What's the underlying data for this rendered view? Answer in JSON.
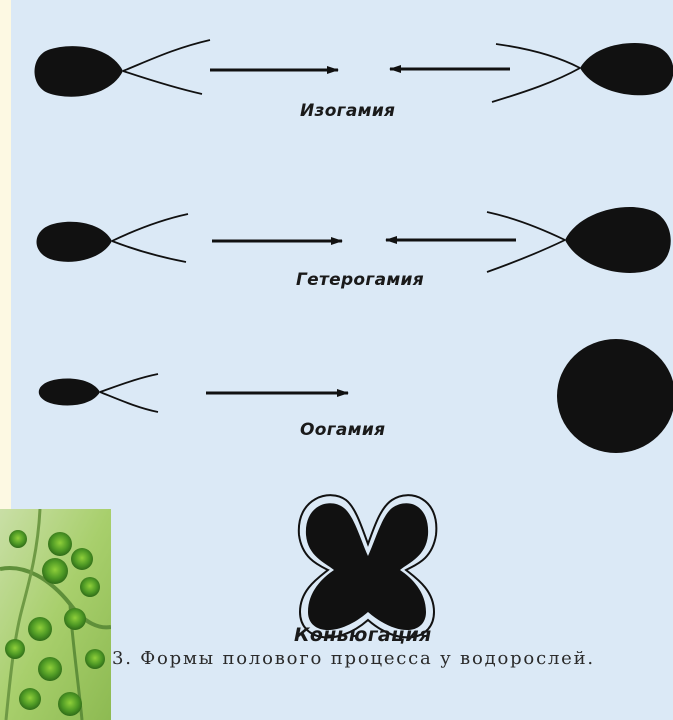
{
  "diagram": {
    "labels": {
      "isogamy": "Изогамия",
      "heterogamy": "Гетерогамия",
      "oogamy": "Оогамия",
      "conjugation": "Коньюгация"
    },
    "caption": "3. Формы полового процесса у водорослей."
  },
  "colors": {
    "background": "#dbe9f6",
    "outer_background": "#fdf9e3",
    "ink": "#111111"
  }
}
